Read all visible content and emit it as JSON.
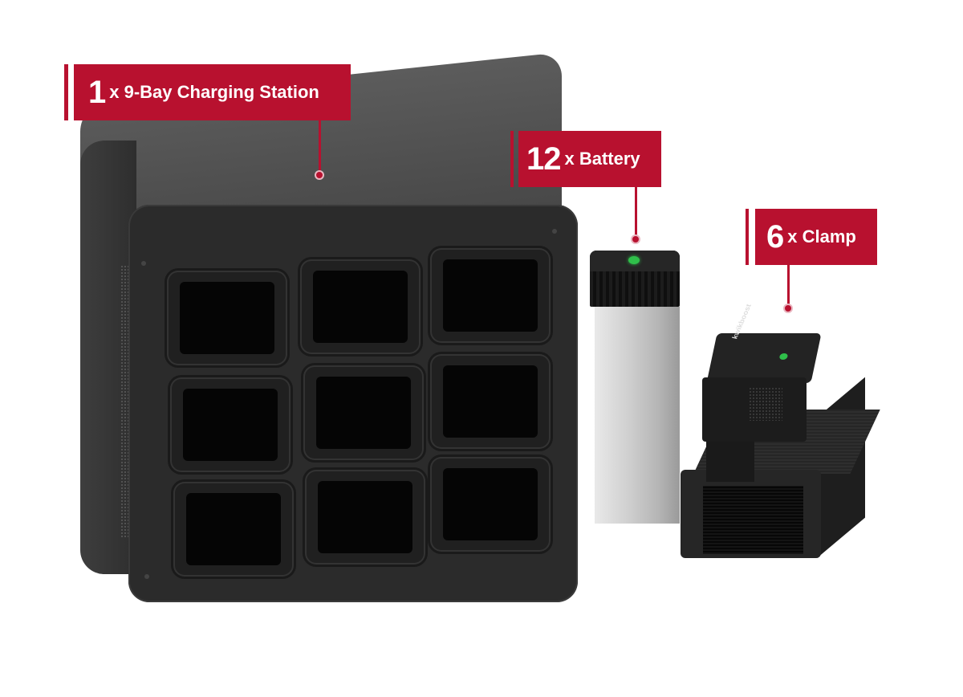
{
  "labels": [
    {
      "id": "station",
      "count": "1",
      "text": "x 9-Bay Charging Station"
    },
    {
      "id": "battery",
      "count": "12",
      "text": "x Battery"
    },
    {
      "id": "clamp",
      "count": "6",
      "text": "x Clamp"
    }
  ],
  "products": {
    "station": {
      "name": "9-Bay Charging Station",
      "bays": 9
    },
    "battery": {
      "name": "Battery"
    },
    "clamp": {
      "name": "Clamp",
      "brand": "kwikboost"
    }
  },
  "colors": {
    "label_bg": "#b8112f",
    "label_text": "#ffffff",
    "product_dark": "#2b2b2b",
    "battery_silver": "#cfcfcf",
    "led_green": "#2fbf4a"
  }
}
